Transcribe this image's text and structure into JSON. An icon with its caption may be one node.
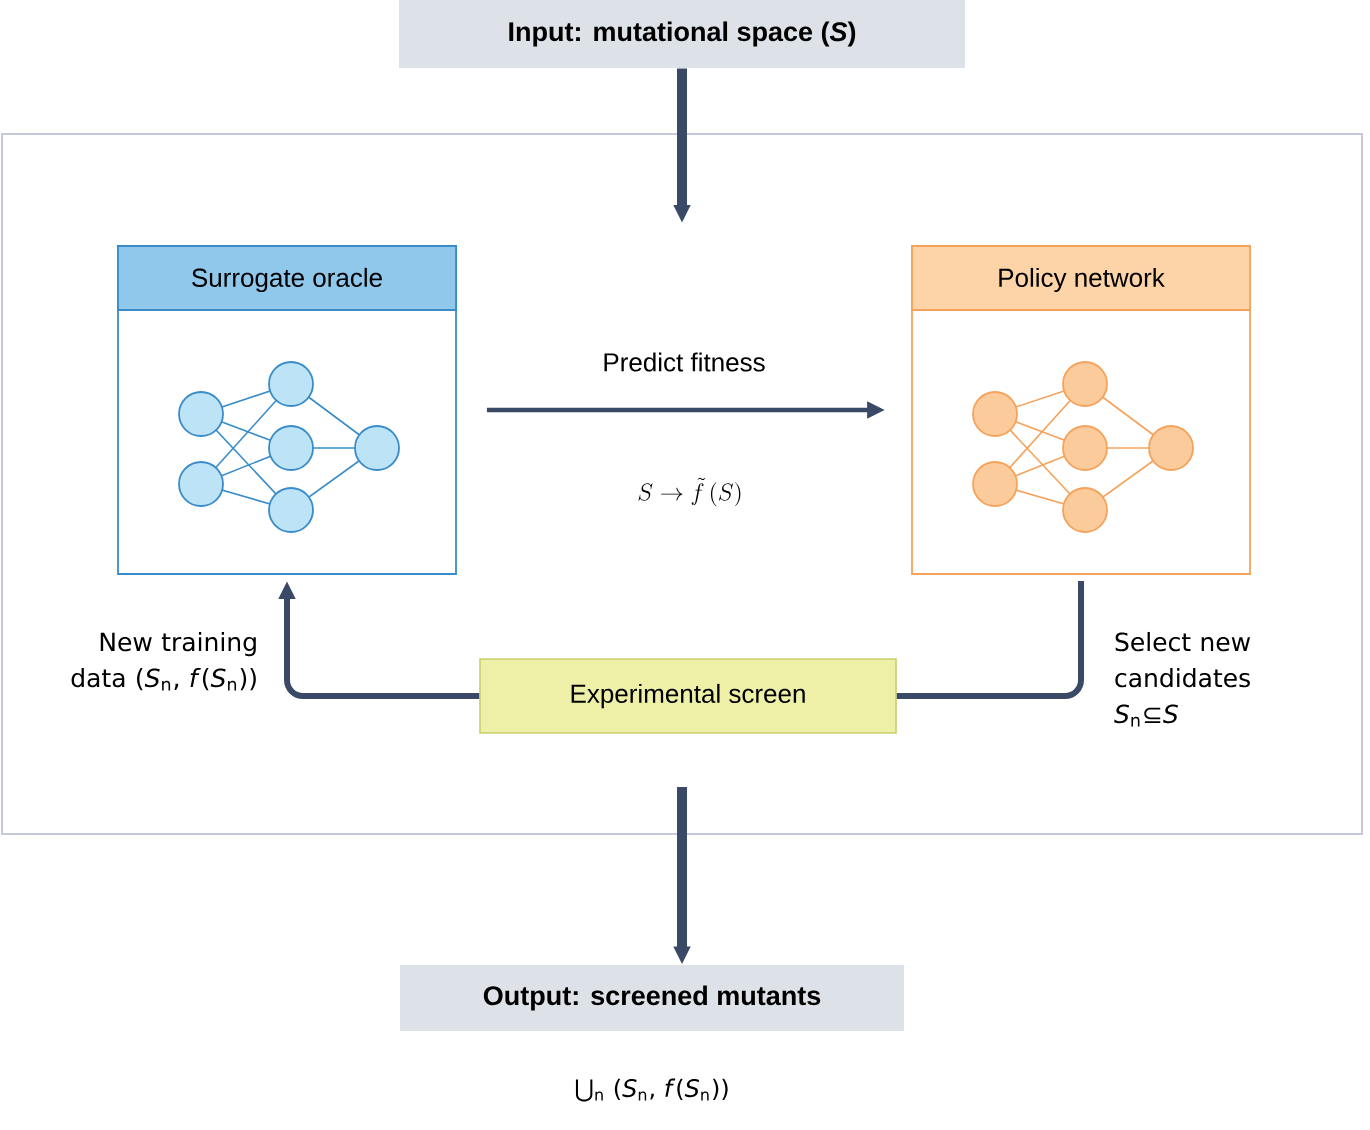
{
  "diagram": {
    "nodes": [
      {
        "text": [
          "Input: mutational space (*S*)"
        ]
      },
      {
        "text": [],
        "shape": "box"
      },
      {
        "text": [
          "Surrogate oracle"
        ],
        "in": 1
      },
      {
        "text": [
          "Policy network"
        ],
        "in": 1
      },
      {
        "text": [
          "Experimental screen"
        ],
        "in": 1
      },
      {
        "text": [
          "Output: screened mutants"
        ],
        "beside": [
          "⋃$_{n}$ (*S*$_{n}$, *f*(*S*$_{n}$))"
        ]
      }
    ],
    "edges": [
      {
        "from": 0,
        "to": 1,
        "arrow": "to"
      },
      {
        "from": 2,
        "to": 3,
        "arrow": "to",
        "label": "Predict fitness"
      },
      {
        "from": 3,
        "to": 4,
        "arrow": "none",
        "label": "Select new candidates *S*$_{n}$⊆*S*"
      },
      {
        "from": 4,
        "to": 2,
        "arrow": "to",
        "label": "New training data (*S*$_{n}$, *f*(*S*$_{n}$))"
      },
      {
        "from": 1,
        "to": 5,
        "arrow": "to"
      }
    ],
    "labels": [
      "S \\to \\tilde{f}\\,(S)"
    ]
  }
}
